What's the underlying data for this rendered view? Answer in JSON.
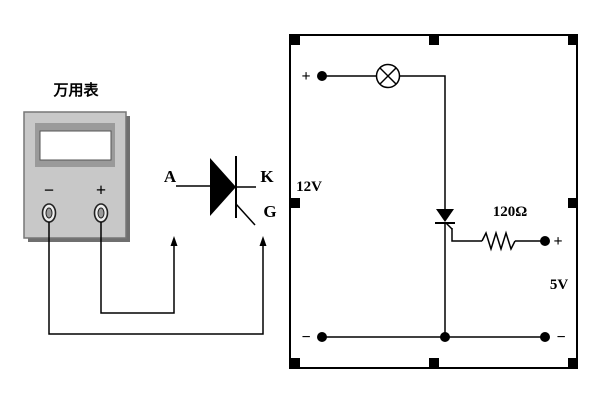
{
  "multimeter": {
    "title": "万用表",
    "minus_label": "−",
    "plus_label": "+"
  },
  "thyristor": {
    "anode_label": "A",
    "cathode_label": "K",
    "gate_label": "G"
  },
  "board": {
    "supply_label": "12V",
    "supply_plus": "+",
    "supply_minus": "−",
    "resistor_label": "120Ω",
    "aux_label": "5V",
    "aux_plus": "+",
    "aux_minus": "−"
  },
  "colors": {
    "line": "#000000",
    "meter_body": "#c8c8c8",
    "meter_shadow": "#6f6f6f",
    "screen": "#ffffff"
  }
}
